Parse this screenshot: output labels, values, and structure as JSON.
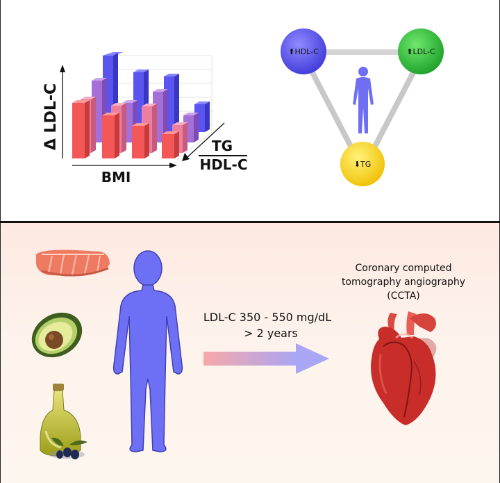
{
  "chart_panel": {
    "y_label": "Δ LDL-C",
    "x_label": "BMI",
    "z_label_numerator": "TG",
    "z_label_denominator": "HDL-C"
  },
  "triangle": {
    "node_hdl": "HDL-C",
    "node_ldl": "LDL-C",
    "node_tg": "TG",
    "node_hdl_arrow": "up",
    "node_ldl_arrow": "up",
    "node_tg_arrow": "down",
    "colors": {
      "hdl": "#5b55f0",
      "ldl": "#2fc23c",
      "tg": "#f6cf1b"
    }
  },
  "bottom": {
    "ldl_line1": "LDL-C 350 - 550 mg/dL",
    "ldl_line2": "> 2 years",
    "ccta_line1": "Coronary computed",
    "ccta_line2": "tomography angiography",
    "ccta_line3": "(CCTA)",
    "foods": [
      "salmon-icon",
      "avocado-icon",
      "olive-oil-icon"
    ]
  }
}
